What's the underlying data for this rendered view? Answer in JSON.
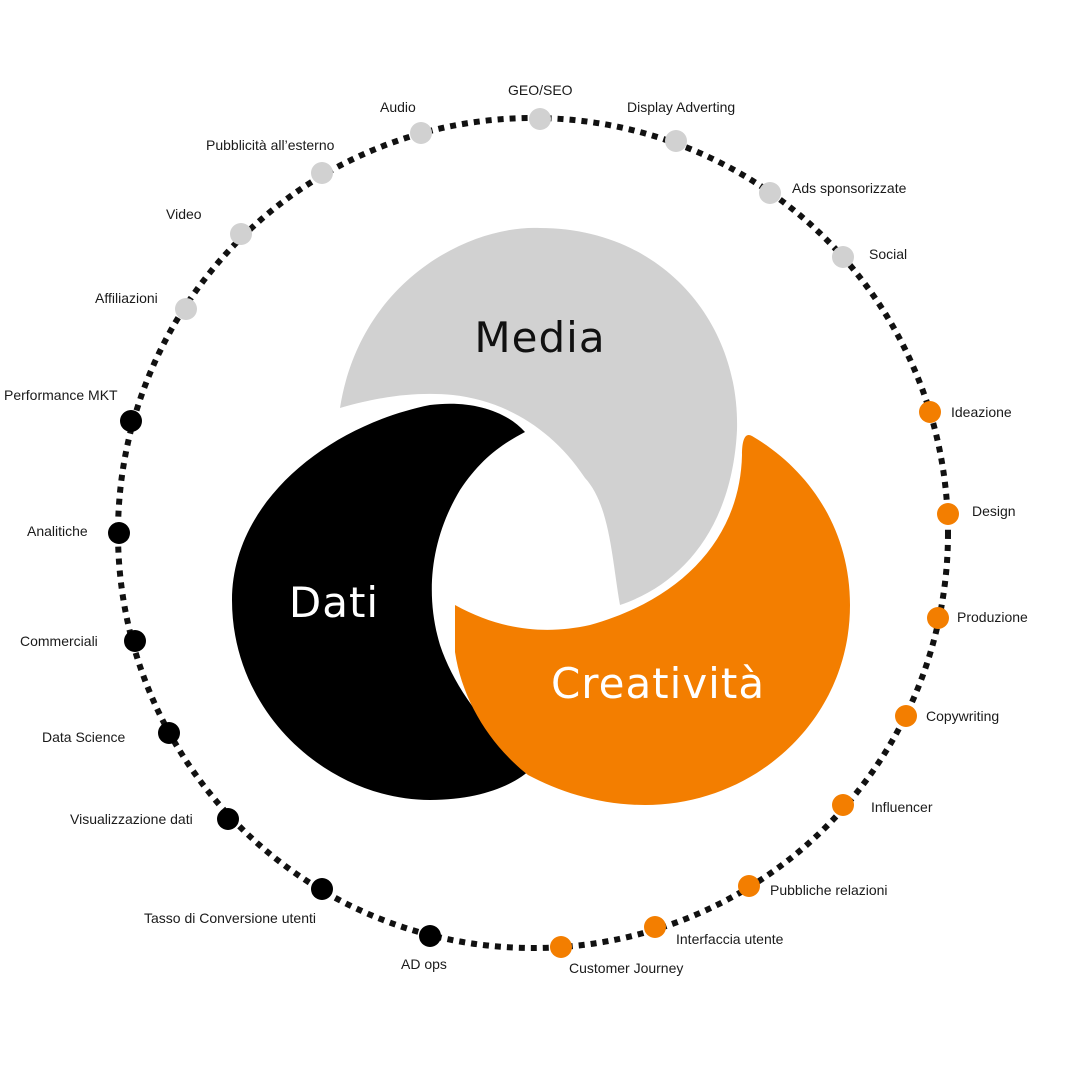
{
  "colors": {
    "media": "#d1d1d1",
    "dati": "#000000",
    "creativita": "#f37e00",
    "ring": "#111111"
  },
  "blobs": {
    "media": "Media",
    "dati": "Dati",
    "creativita": "Creatività"
  },
  "nodes": {
    "geo_seo": {
      "label": "GEO/SEO",
      "group": "media"
    },
    "display_adverting": {
      "label": "Display Adverting",
      "group": "media"
    },
    "ads_sponsorizzate": {
      "label": "Ads sponsorizzate",
      "group": "media"
    },
    "social": {
      "label": "Social",
      "group": "media"
    },
    "ideazione": {
      "label": "Ideazione",
      "group": "creativita"
    },
    "design": {
      "label": "Design",
      "group": "creativita"
    },
    "produzione": {
      "label": "Produzione",
      "group": "creativita"
    },
    "copywriting": {
      "label": "Copywriting",
      "group": "creativita"
    },
    "influencer": {
      "label": "Influencer",
      "group": "creativita"
    },
    "pubbliche_relazioni": {
      "label": "Pubbliche relazioni",
      "group": "creativita"
    },
    "interfaccia_utente": {
      "label": "Interfaccia utente",
      "group": "creativita"
    },
    "customer_journey": {
      "label": "Customer Journey",
      "group": "creativita"
    },
    "ad_ops": {
      "label": "AD ops",
      "group": "dati"
    },
    "tasso_conversione": {
      "label": "Tasso di Conversione utenti",
      "group": "dati"
    },
    "visualizzazione_dati": {
      "label": "Visualizzazione dati",
      "group": "dati"
    },
    "data_science": {
      "label": "Data Science",
      "group": "dati"
    },
    "commerciali": {
      "label": "Commerciali",
      "group": "dati"
    },
    "analitiche": {
      "label": "Analitiche",
      "group": "dati"
    },
    "performance_mkt": {
      "label": "Performance MKT",
      "group": "dati"
    },
    "affiliazioni": {
      "label": "Affiliazioni",
      "group": "media"
    },
    "video": {
      "label": "Video",
      "group": "media"
    },
    "pubblicita_esterno": {
      "label": "Pubblicità all’esterno",
      "group": "media"
    },
    "audio": {
      "label": "Audio",
      "group": "media"
    }
  }
}
